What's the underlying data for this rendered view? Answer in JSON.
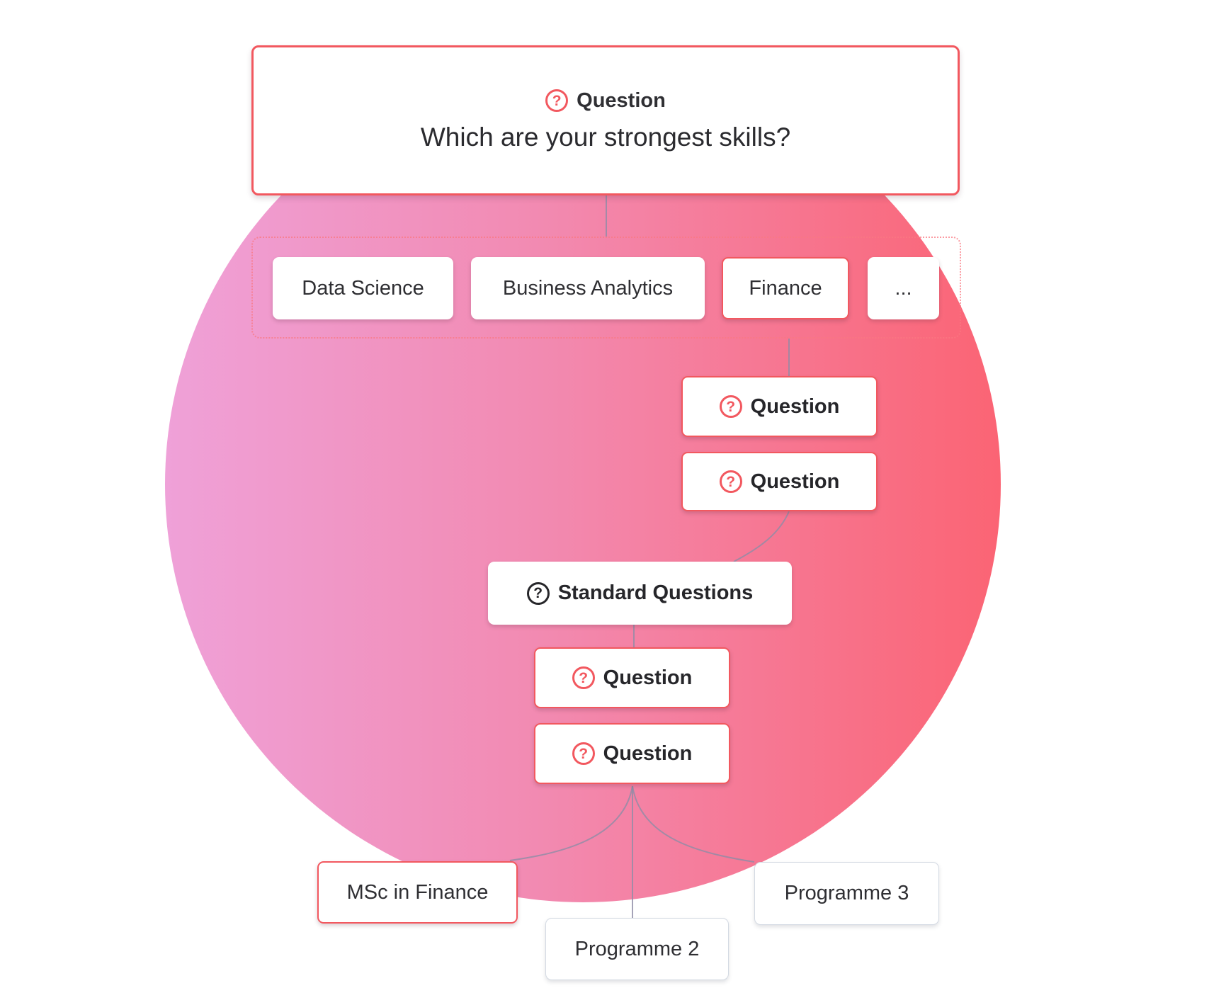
{
  "top_card": {
    "heading": "Question",
    "question": "Which are your strongest skills?"
  },
  "skills": [
    "Data Science",
    "Business Analytics",
    "Finance",
    "..."
  ],
  "question_label": "Question",
  "question_icon": "question-circle-icon",
  "standard_questions_label": "Standard Questions",
  "programmes": {
    "first": "MSc in Finance",
    "second": "Programme 2",
    "third": "Programme 3"
  },
  "colors": {
    "accent": "#f2585f",
    "gradient_start": "#efa1d8",
    "gradient_end": "#fb6474",
    "connector": "#8f8ca6"
  }
}
